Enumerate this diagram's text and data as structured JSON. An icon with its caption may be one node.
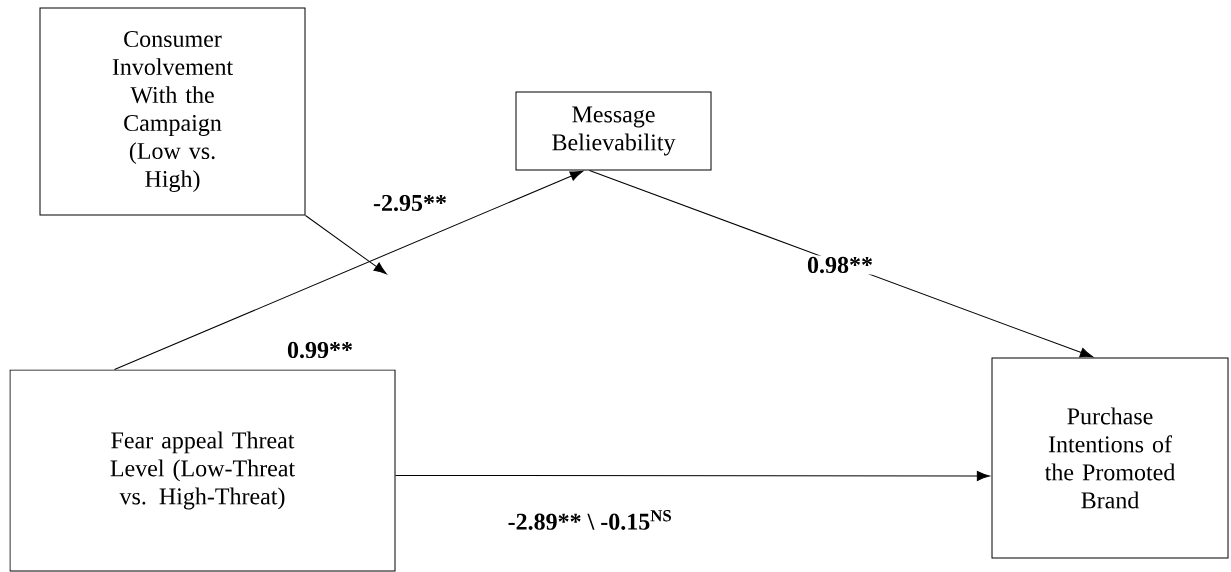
{
  "diagram": {
    "nodes": [
      {
        "text": [
          "Consumer Involvement With the Campaign (Low vs. High)"
        ]
      },
      {
        "text": [
          "Message Believability"
        ]
      },
      {
        "text": [
          "Fear appeal Threat Level (Low-Threat vs. High-Threat)"
        ]
      },
      {
        "text": [
          "Purchase Intentions of the Promoted Brand"
        ]
      }
    ],
    "edges": [
      {
        "from": 2,
        "to": 1,
        "arrow": "to",
        "label": "0.99**"
      },
      {
        "from": 0,
        "to": null,
        "arrow": "to",
        "label": "-2.95**"
      },
      {
        "from": 1,
        "to": 3,
        "arrow": "to",
        "label": "0.98**"
      },
      {
        "from": 2,
        "to": 3,
        "arrow": "to",
        "label": "-2.89** \\ -0.15$^{NS}$"
      }
    ]
  }
}
